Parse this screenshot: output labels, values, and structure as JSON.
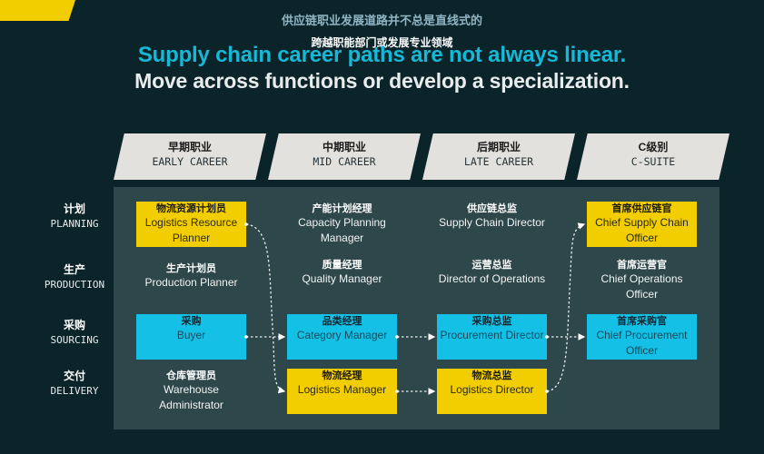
{
  "title": {
    "cn_line1": "供应链职业发展道路并不总是直线式的",
    "cn_line2": "跨越职能部门或发展专业领域",
    "en_line1": "Supply chain career paths are not always linear.",
    "en_line2": "Move across functions or develop a specialization."
  },
  "colors": {
    "background": "#0b242a",
    "panel": "#2e474a",
    "header": "#e2e1dd",
    "accent_yellow": "#f2cd00",
    "accent_cyan": "#14c0e5",
    "title_cyan": "#17b8d6"
  },
  "stages": [
    {
      "cn": "早期职业",
      "en": "EARLY CAREER"
    },
    {
      "cn": "中期职业",
      "en": "MID CAREER"
    },
    {
      "cn": "后期职业",
      "en": "LATE CAREER"
    },
    {
      "cn": "C级别",
      "en": "C-SUITE"
    }
  ],
  "functions": [
    {
      "cn": "计划",
      "en": "PLANNING"
    },
    {
      "cn": "生产",
      "en": "PRODUCTION"
    },
    {
      "cn": "采购",
      "en": "SOURCING"
    },
    {
      "cn": "交付",
      "en": "DELIVERY"
    }
  ],
  "roles": {
    "planning": [
      {
        "cn": "物流资源计划员",
        "en": "Logistics Resource Planner",
        "style": "yellow"
      },
      {
        "cn": "产能计划经理",
        "en": "Capacity Planning Manager",
        "style": "plain"
      },
      {
        "cn": "供应链总监",
        "en": "Supply Chain Director",
        "style": "plain"
      },
      {
        "cn": "首席供应链官",
        "en": "Chief Supply Chain Officer",
        "style": "yellow"
      }
    ],
    "production": [
      {
        "cn": "生产计划员",
        "en": "Production Planner",
        "style": "plain"
      },
      {
        "cn": "质量经理",
        "en": "Quality Manager",
        "style": "plain"
      },
      {
        "cn": "运营总监",
        "en": "Director of Operations",
        "style": "plain"
      },
      {
        "cn": "首席运营官",
        "en": "Chief Operations Officer",
        "style": "plain"
      }
    ],
    "sourcing": [
      {
        "cn": "采购",
        "en": "Buyer",
        "style": "cyan"
      },
      {
        "cn": "品类经理",
        "en": "Category Manager",
        "style": "cyan"
      },
      {
        "cn": "采购总监",
        "en": "Procurement Director",
        "style": "cyan"
      },
      {
        "cn": "首席采购官",
        "en": "Chief Procurement Officer",
        "style": "cyan"
      }
    ],
    "delivery": [
      {
        "cn": "仓库管理员",
        "en": "Warehouse Administrator",
        "style": "plain"
      },
      {
        "cn": "物流经理",
        "en": "Logistics Manager",
        "style": "yellow"
      },
      {
        "cn": "物流总监",
        "en": "Logistics Director",
        "style": "yellow"
      }
    ]
  },
  "paths": [
    {
      "from": "Logistics Resource Planner",
      "to": "Logistics Manager",
      "style": "dotted-arrow"
    },
    {
      "from": "Logistics Manager",
      "to": "Logistics Director",
      "style": "dotted-arrow"
    },
    {
      "from": "Logistics Director",
      "to": "Chief Supply Chain Officer",
      "style": "dotted-arrow"
    },
    {
      "from": "Buyer",
      "to": "Category Manager",
      "style": "dotted-arrow"
    },
    {
      "from": "Category Manager",
      "to": "Procurement Director",
      "style": "dotted-arrow"
    },
    {
      "from": "Procurement Director",
      "to": "Chief Procurement Officer",
      "style": "dotted-arrow"
    }
  ]
}
